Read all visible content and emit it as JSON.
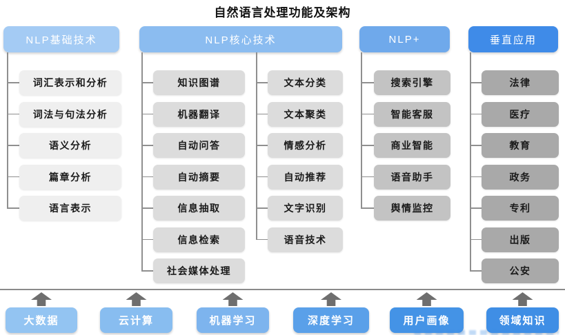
{
  "title": "自然语言处理功能及架构",
  "palette": {
    "connector_line": "#8F8F8F",
    "separator_line": "#8A8A8A",
    "arrow": "#6E6E6E",
    "header_text": "#FFFFFF",
    "item_text": "#1A1A1A"
  },
  "columns": [
    {
      "header": "NLP基础技术",
      "header_color": "#A4CBF4",
      "item_color": "#EFEFEF",
      "items": [
        "词汇表示和分析",
        "词法与句法分析",
        "语义分析",
        "篇章分析",
        "语言表示"
      ]
    },
    {
      "header": "NLP核心技术",
      "header_color": "#8BBCF0",
      "item_color": "#DCDCDC",
      "items_left": [
        "知识图谱",
        "机器翻译",
        "自动问答",
        "自动摘要",
        "信息抽取",
        "信息检索",
        "社会媒体处理"
      ],
      "items_right": [
        "文本分类",
        "文本聚类",
        "情感分析",
        "自动推荐",
        "文字识别",
        "语音技术"
      ]
    },
    {
      "header": "NLP+",
      "header_color": "#6FA9EB",
      "item_color": "#C3C3C3",
      "items": [
        "搜索引擎",
        "智能客服",
        "商业智能",
        "语音助手",
        "舆情监控"
      ]
    },
    {
      "header": "垂直应用",
      "header_color": "#3F8BE8",
      "item_color": "#A9A9A9",
      "items": [
        "法律",
        "医疗",
        "教育",
        "政务",
        "专利",
        "出版",
        "公安"
      ]
    }
  ],
  "foundation": [
    {
      "label": "大数据",
      "color": "#93C4F2"
    },
    {
      "label": "云计算",
      "color": "#88BDF0"
    },
    {
      "label": "机器学习",
      "color": "#7DB4EE"
    },
    {
      "label": "深度学习",
      "color": "#5AA0E9"
    },
    {
      "label": "用户画像",
      "color": "#4493E6"
    },
    {
      "label": "领域知识",
      "color": "#3F8EE5"
    }
  ]
}
